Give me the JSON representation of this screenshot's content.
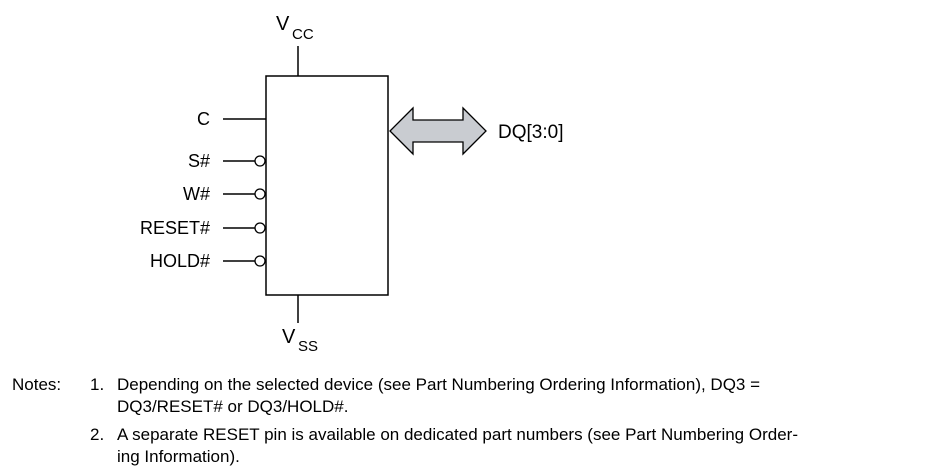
{
  "diagram": {
    "supply_top": {
      "main": "V",
      "sub": "CC"
    },
    "supply_bottom": {
      "main": "V",
      "sub": "SS"
    },
    "pins_left": [
      "C",
      "S#",
      "W#",
      "RESET#",
      "HOLD#"
    ],
    "bus_label": "DQ[3:0]"
  },
  "notes": {
    "label": "Notes:",
    "items": [
      {
        "number": "1.",
        "lines": [
          "Depending on the selected device (see Part Numbering Ordering Information), DQ3 =",
          "DQ3/RESET# or DQ3/HOLD#."
        ]
      },
      {
        "number": "2.",
        "lines": [
          "A separate RESET pin is available on dedicated part numbers (see Part Numbering Order-",
          "ing Information)."
        ]
      }
    ]
  }
}
